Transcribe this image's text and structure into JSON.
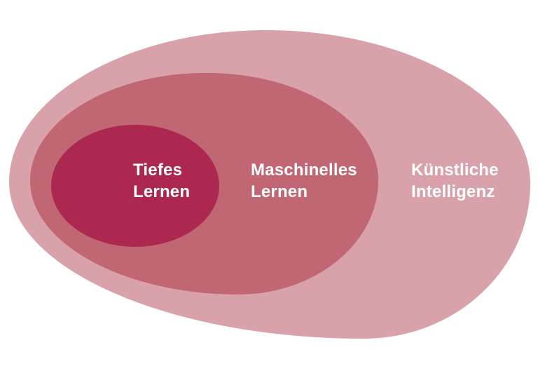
{
  "diagram": {
    "title_hint": "Nested set diagram of AI concepts (German)",
    "background_color": "#ffffff",
    "text_color": "#ffffff",
    "layers": [
      {
        "id": "kuenstliche-intelligenz",
        "label_lines": [
          "Künstliche",
          "Intelligenz"
        ],
        "color": "#d9a2aa",
        "level": "outer"
      },
      {
        "id": "maschinelles-lernen",
        "label_lines": [
          "Maschinelles",
          "Lernen"
        ],
        "color": "#c16673",
        "level": "middle"
      },
      {
        "id": "tiefes-lernen",
        "label_lines": [
          "Tiefes",
          "Lernen"
        ],
        "color": "#ad2850",
        "level": "inner"
      }
    ]
  }
}
